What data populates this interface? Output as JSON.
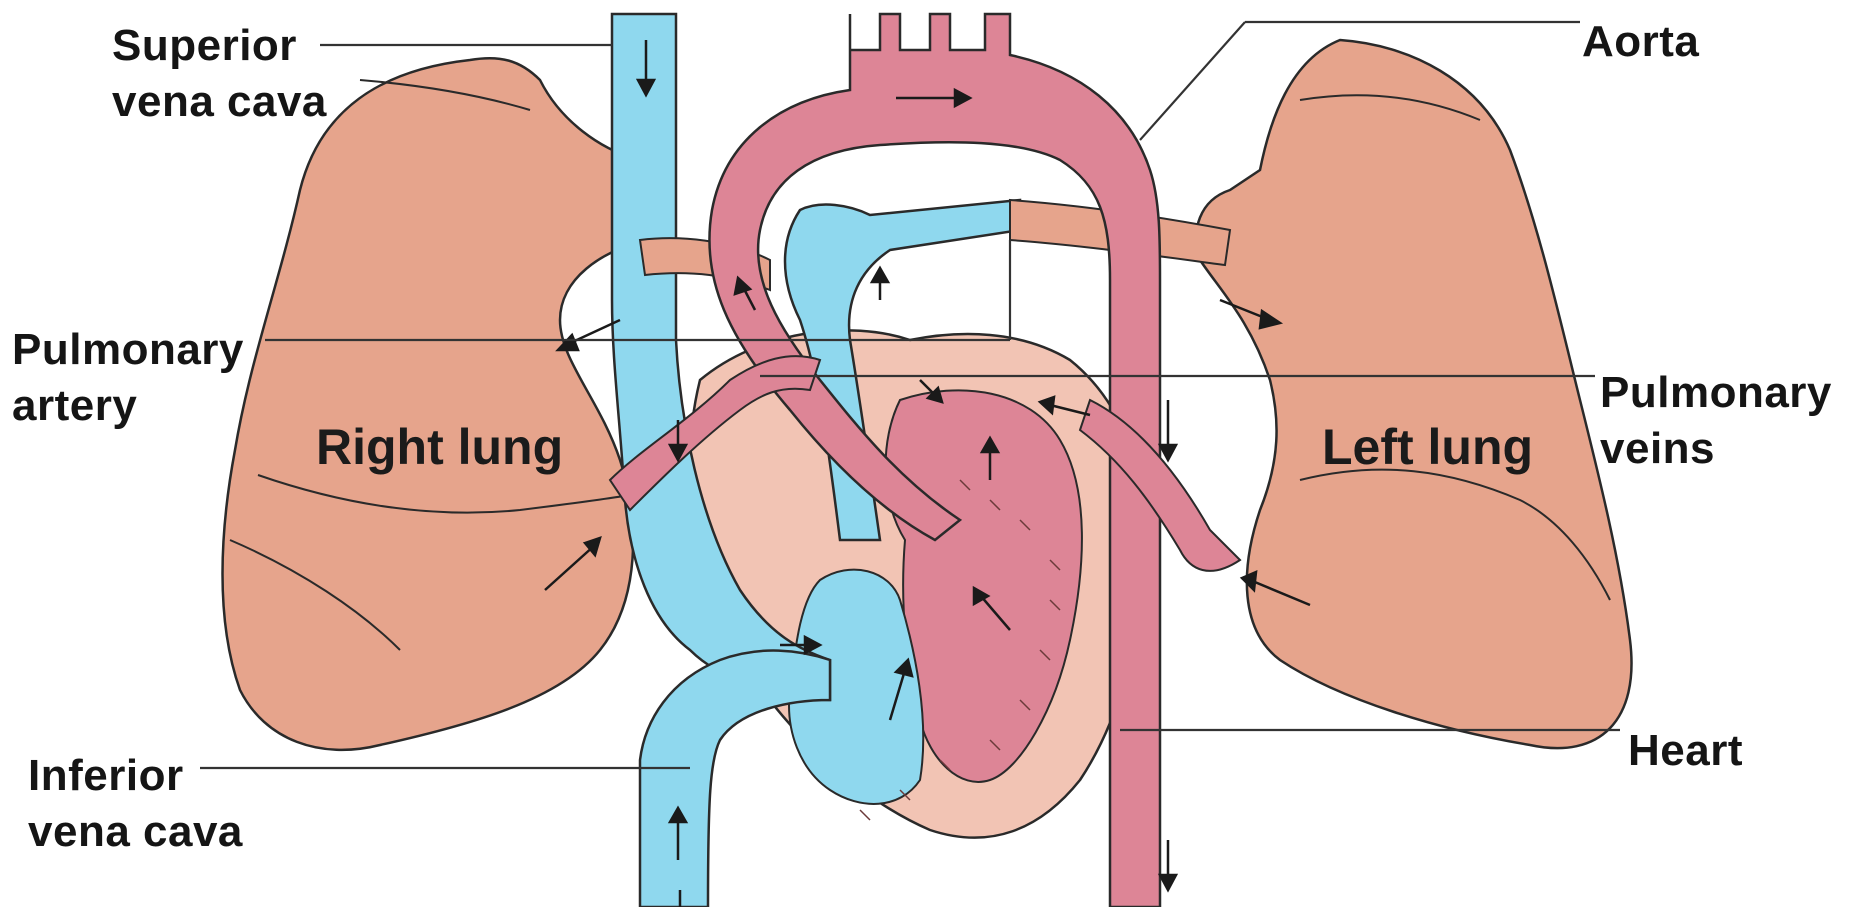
{
  "labels": {
    "superior_vena_cava": [
      "Superior",
      "vena cava"
    ],
    "aorta": "Aorta",
    "pulmonary_artery": [
      "Pulmonary",
      "artery"
    ],
    "pulmonary_veins": [
      "Pulmonary",
      "veins"
    ],
    "right_lung": "Right lung",
    "left_lung": "Left lung",
    "heart": "Heart",
    "inferior_vena_cava": [
      "Inferior",
      "vena cava"
    ]
  },
  "colors": {
    "lung": "#e6a48c",
    "oxygenated": "#dd8596",
    "deoxygenated": "#8fd8ee",
    "heart_wall": "#f2c4b4",
    "outline": "#2a2a2a"
  }
}
